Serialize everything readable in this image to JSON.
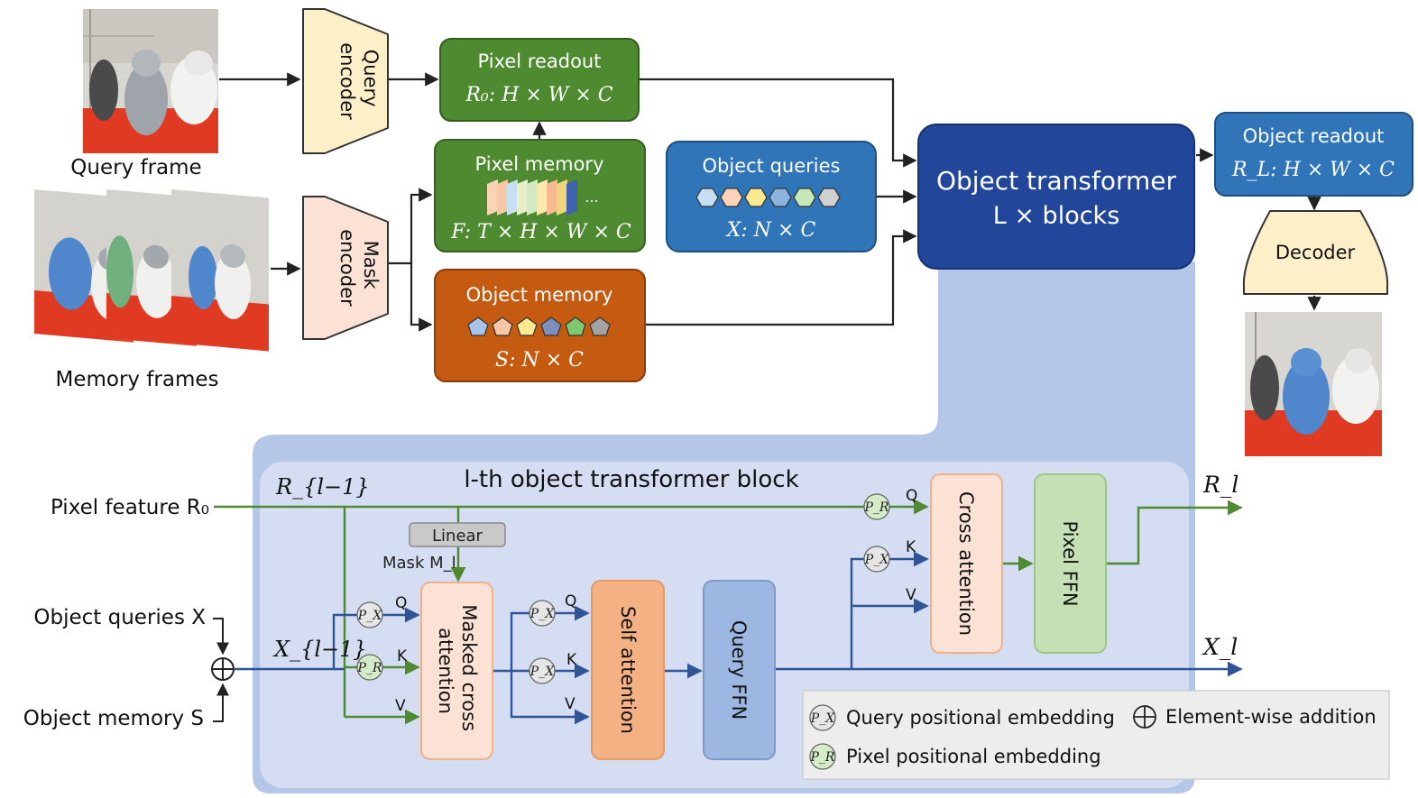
{
  "top": {
    "query_frame_label": "Query frame",
    "memory_frames_label": "Memory frames",
    "query_encoder": [
      "Query",
      "encoder"
    ],
    "mask_encoder": [
      "Mask",
      "encoder"
    ],
    "pixel_readout": {
      "title": "Pixel readout",
      "formula": "R₀: H × W × C"
    },
    "pixel_memory": {
      "title": "Pixel memory",
      "ellipsis": "...",
      "formula": "F: T × H × W × C"
    },
    "object_memory": {
      "title": "Object memory",
      "formula": "S: N × C"
    },
    "object_queries": {
      "title": "Object queries",
      "formula": "X: N × C"
    },
    "object_transformer": {
      "title": "Object transformer",
      "subtitle": "L × blocks"
    },
    "object_readout": {
      "title": "Object readout",
      "formula": "R_L: H × W × C"
    },
    "decoder": "Decoder"
  },
  "block": {
    "title": "l-th object transformer block",
    "pixel_feature_label": "Pixel feature R₀",
    "object_queries_label": "Object queries  X",
    "object_memory_label": "Object memory  S",
    "r_prev": "R_{l−1}",
    "x_prev": "X_{l−1}",
    "r_out": "R_l",
    "x_out": "X_l",
    "linear": "Linear",
    "mask": "Mask M_l",
    "masked_cross_attention": [
      "Masked cross",
      "attention"
    ],
    "self_attention": "Self attention",
    "query_ffn": "Query FFN",
    "cross_attention": "Cross attention",
    "pixel_ffn": "Pixel FFN",
    "q": "Q",
    "k": "K",
    "v": "V",
    "px": "P_X",
    "pr": "P_R"
  },
  "legend": {
    "query_pe": "Query positional embedding",
    "pixel_pe": "Pixel positional embedding",
    "add": "Element-wise addition"
  },
  "colors": {
    "green_box": "#4e8a30",
    "blue_box": "#2f75b8",
    "dark_blue": "#22479a",
    "orange_box": "#c55a11",
    "encoder_fill": "#fdefc8",
    "mask_encoder_fill": "#fbe2d5",
    "block_bg": "#b4c7e7",
    "inner_bg": "#d9e1f3",
    "green_line": "#4e8a30",
    "blue_line": "#2f5597"
  },
  "icons": [
    "query-frame-photo",
    "memory-frames-photos",
    "output-mask-photo",
    "hexagon-token-icons",
    "pentagon-token-icons",
    "plus-circle-icon",
    "feature-stack-icon"
  ]
}
